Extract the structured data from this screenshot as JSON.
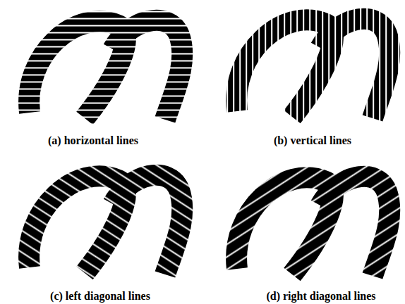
{
  "diagram": {
    "labels": [
      "(a) horizontal lines",
      "(b) vertical lines",
      "(c) left diagonal lines",
      "(d) right diagonal lines"
    ]
  }
}
